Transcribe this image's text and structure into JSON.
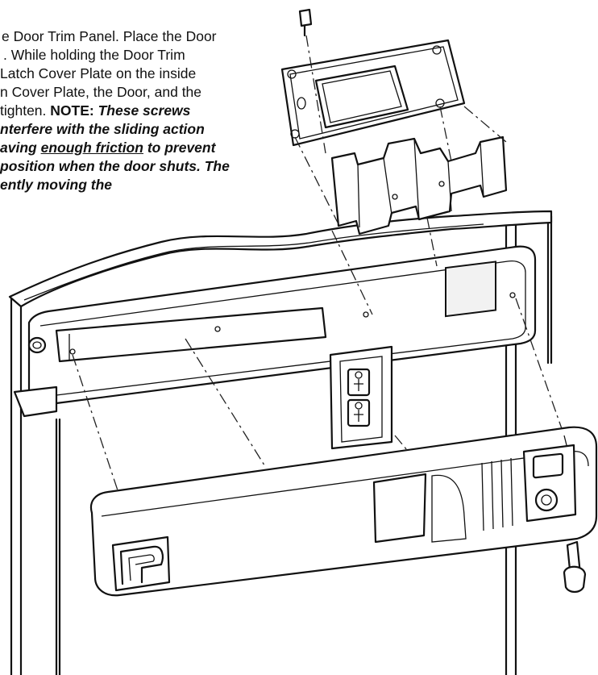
{
  "instructions": {
    "lines": [
      "e Door Trim Panel. Place the Door",
      ". While holding the Door Trim",
      "Latch Cover Plate on the inside",
      "n Cover Plate, the Door, and the",
      "tighten.",
      "NOTE:",
      "These screws",
      "nterfere with the sliding action",
      "aving",
      "enough friction",
      "to prevent",
      "position when the door shuts. The",
      "ently moving the"
    ]
  }
}
